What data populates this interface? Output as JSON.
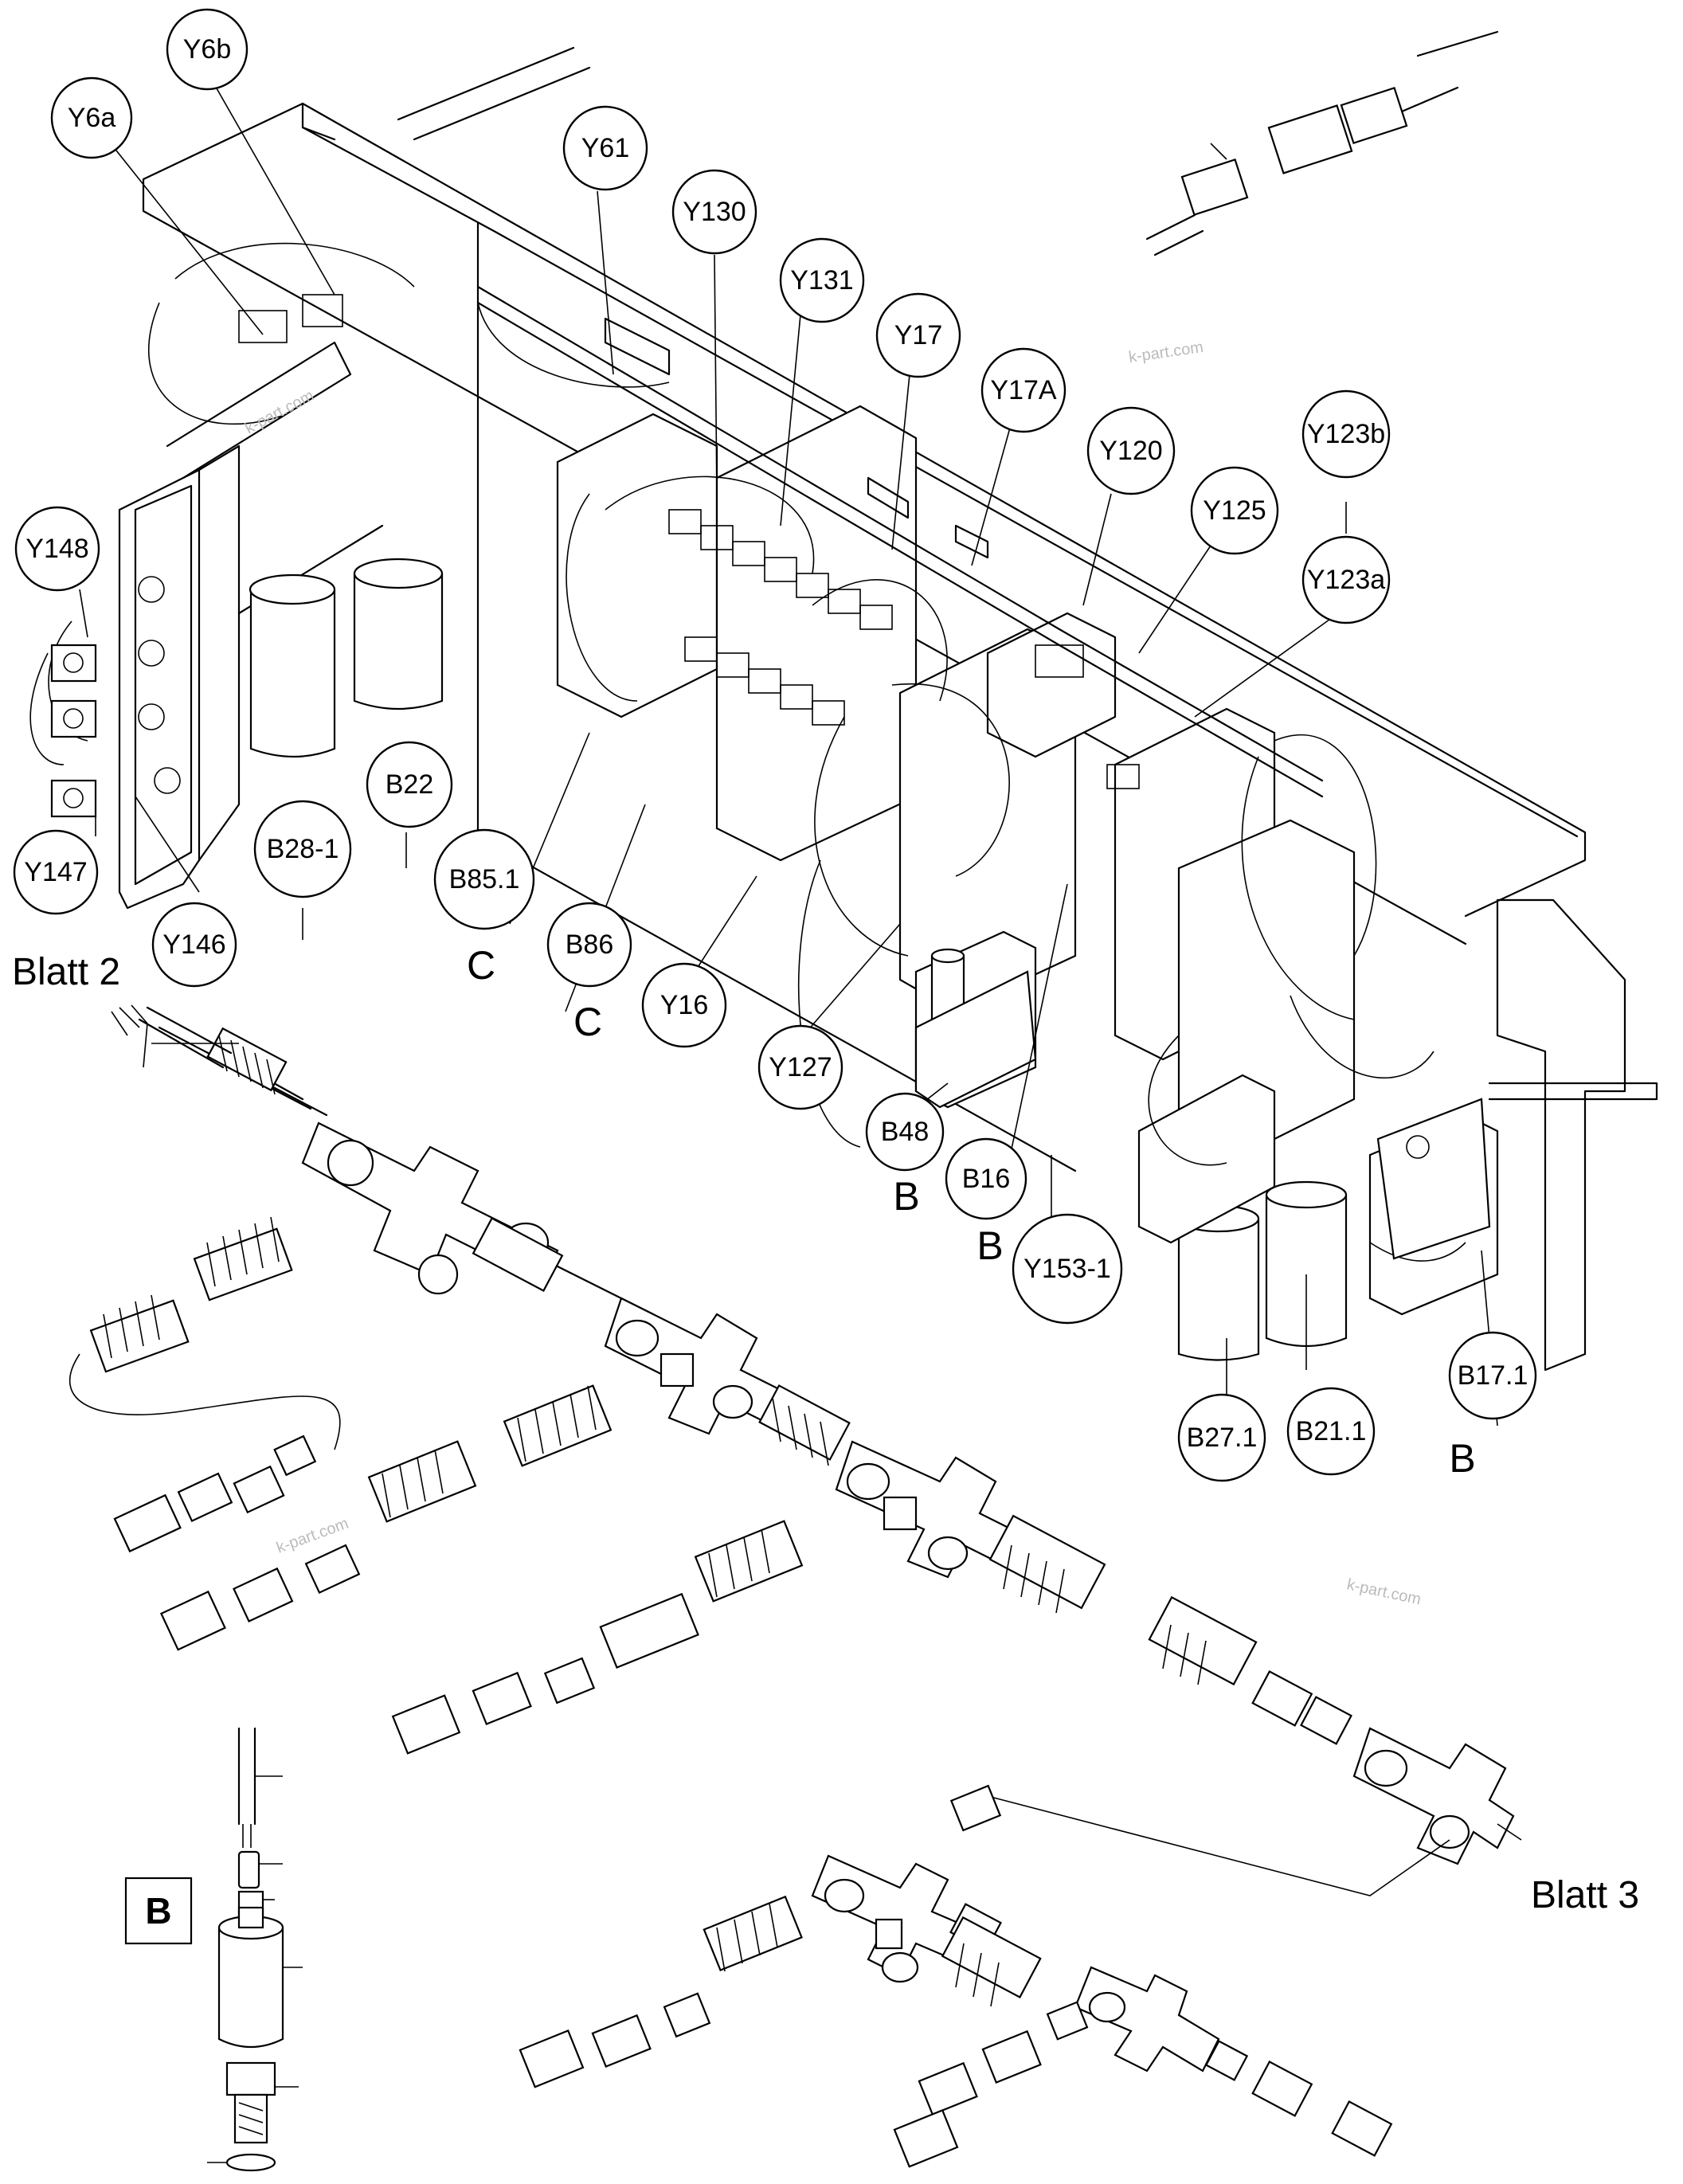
{
  "diagram": {
    "callouts": [
      "Y6b",
      "Y6a",
      "Y61",
      "Y130",
      "Y131",
      "Y17",
      "Y17A",
      "Y120",
      "Y123b",
      "Y125",
      "Y123a",
      "Y148",
      "Y147",
      "Y146",
      "B28-1",
      "B22",
      "B85.1",
      "B86",
      "Y16",
      "Y127",
      "B48",
      "B16",
      "Y153-1",
      "B17.1",
      "B27.1",
      "B21.1"
    ],
    "letters": {
      "c1": "C",
      "c2": "C",
      "b1": "B",
      "b2": "B",
      "b3": "B"
    },
    "sheet_refs": {
      "sheet2": "Blatt 2",
      "sheet3": "Blatt 3"
    },
    "detail_box_label": "B",
    "watermarks": [
      "k-part.com",
      "k-part.com",
      "k-part.com",
      "k-part.com"
    ]
  }
}
